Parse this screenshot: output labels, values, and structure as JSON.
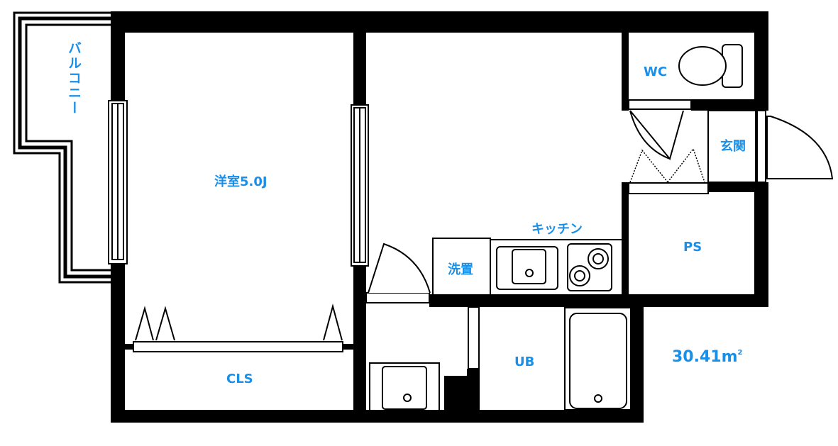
{
  "colors": {
    "label": "#1a8fe8",
    "wall": "#000000",
    "background": "#ffffff"
  },
  "rooms": {
    "balcony": "バルコニー",
    "western_room": "洋室5.0J",
    "closet": "CLS",
    "wc": "WC",
    "entrance": "玄関",
    "kitchen": "キッチン",
    "laundry": "洗置",
    "pipe_space": "PS",
    "bath": "UB"
  },
  "floor_area": {
    "value": "30.41",
    "unit": "m",
    "superscript": "2"
  }
}
